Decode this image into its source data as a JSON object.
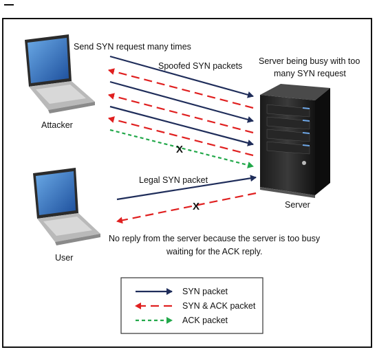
{
  "labels": {
    "send_syn": "Send SYN request many times",
    "spoofed": "Spoofed SYN packets",
    "server_busy_1": "Server being busy with too",
    "server_busy_2": "many SYN request",
    "attacker": "Attacker",
    "legal_syn": "Legal SYN packet",
    "server": "Server",
    "no_reply_1": "No reply from the server because the server is too busy",
    "no_reply_2": "waiting for the ACK reply.",
    "user": "User",
    "blocked_mark": "X"
  },
  "legend": {
    "syn": "SYN packet",
    "syn_ack": "SYN & ACK packet",
    "ack": "ACK packet"
  },
  "colors": {
    "syn": "#1f2d5a",
    "syn_ack": "#e02020",
    "ack": "#22a84a"
  },
  "icons": {
    "attacker": "laptop-icon",
    "user": "laptop-icon",
    "server": "server-tower-icon"
  }
}
